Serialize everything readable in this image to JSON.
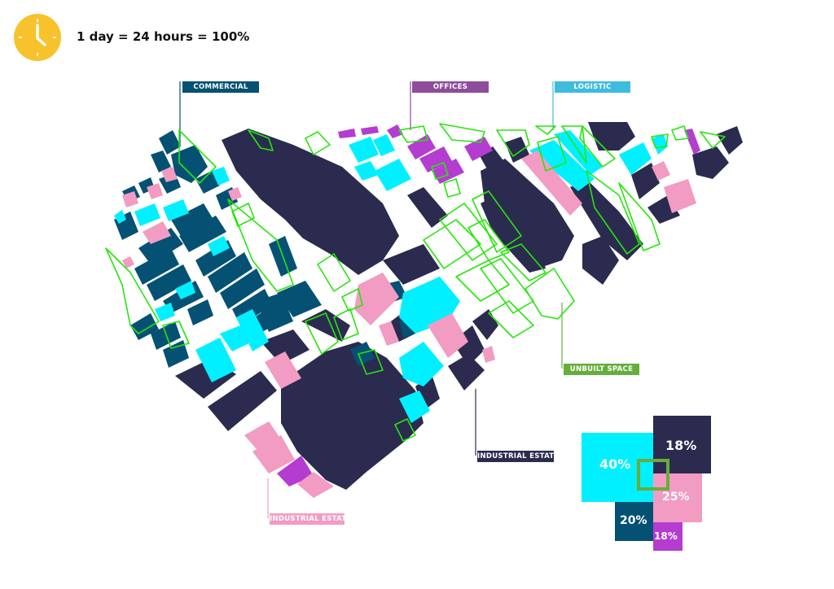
{
  "header": {
    "title": "1 day = 24 hours = 100%",
    "icon": "clock-icon"
  },
  "colors": {
    "commercial": "#045173",
    "offices": "#8E4D9B",
    "offices_fill": "#B43CD0",
    "logistic": "#3EBCDE",
    "logistic_fill": "#00F0FF",
    "unbuilt": "#66AE3C",
    "unbuilt_outline": "#26E60C",
    "industrial_dark": "#2B2B4F",
    "industrial_pink": "#F29BC3",
    "clock": "#F7C22B"
  },
  "labels": {
    "commercial": "COMMERCIAL",
    "offices": "OFFICES",
    "logistic": "LOGISTIC",
    "unbuilt": "UNBUILT SPACE",
    "industrial_dark": "INDUSTRIAL ESTATE",
    "industrial_pink": "INDUSTRIAL ESTATE"
  },
  "chart_data": {
    "type": "treemap",
    "series": [
      {
        "name": "LOGISTIC",
        "value": 40,
        "display": "40%"
      },
      {
        "name": "INDUSTRIAL ESTATE",
        "value": 18,
        "display": "18%"
      },
      {
        "name": "INDUSTRIAL ESTATE",
        "value": 25,
        "display": "25%"
      },
      {
        "name": "COMMERCIAL",
        "value": 20,
        "display": "20%"
      },
      {
        "name": "OFFICES",
        "value": 18,
        "display": "18%"
      }
    ]
  }
}
